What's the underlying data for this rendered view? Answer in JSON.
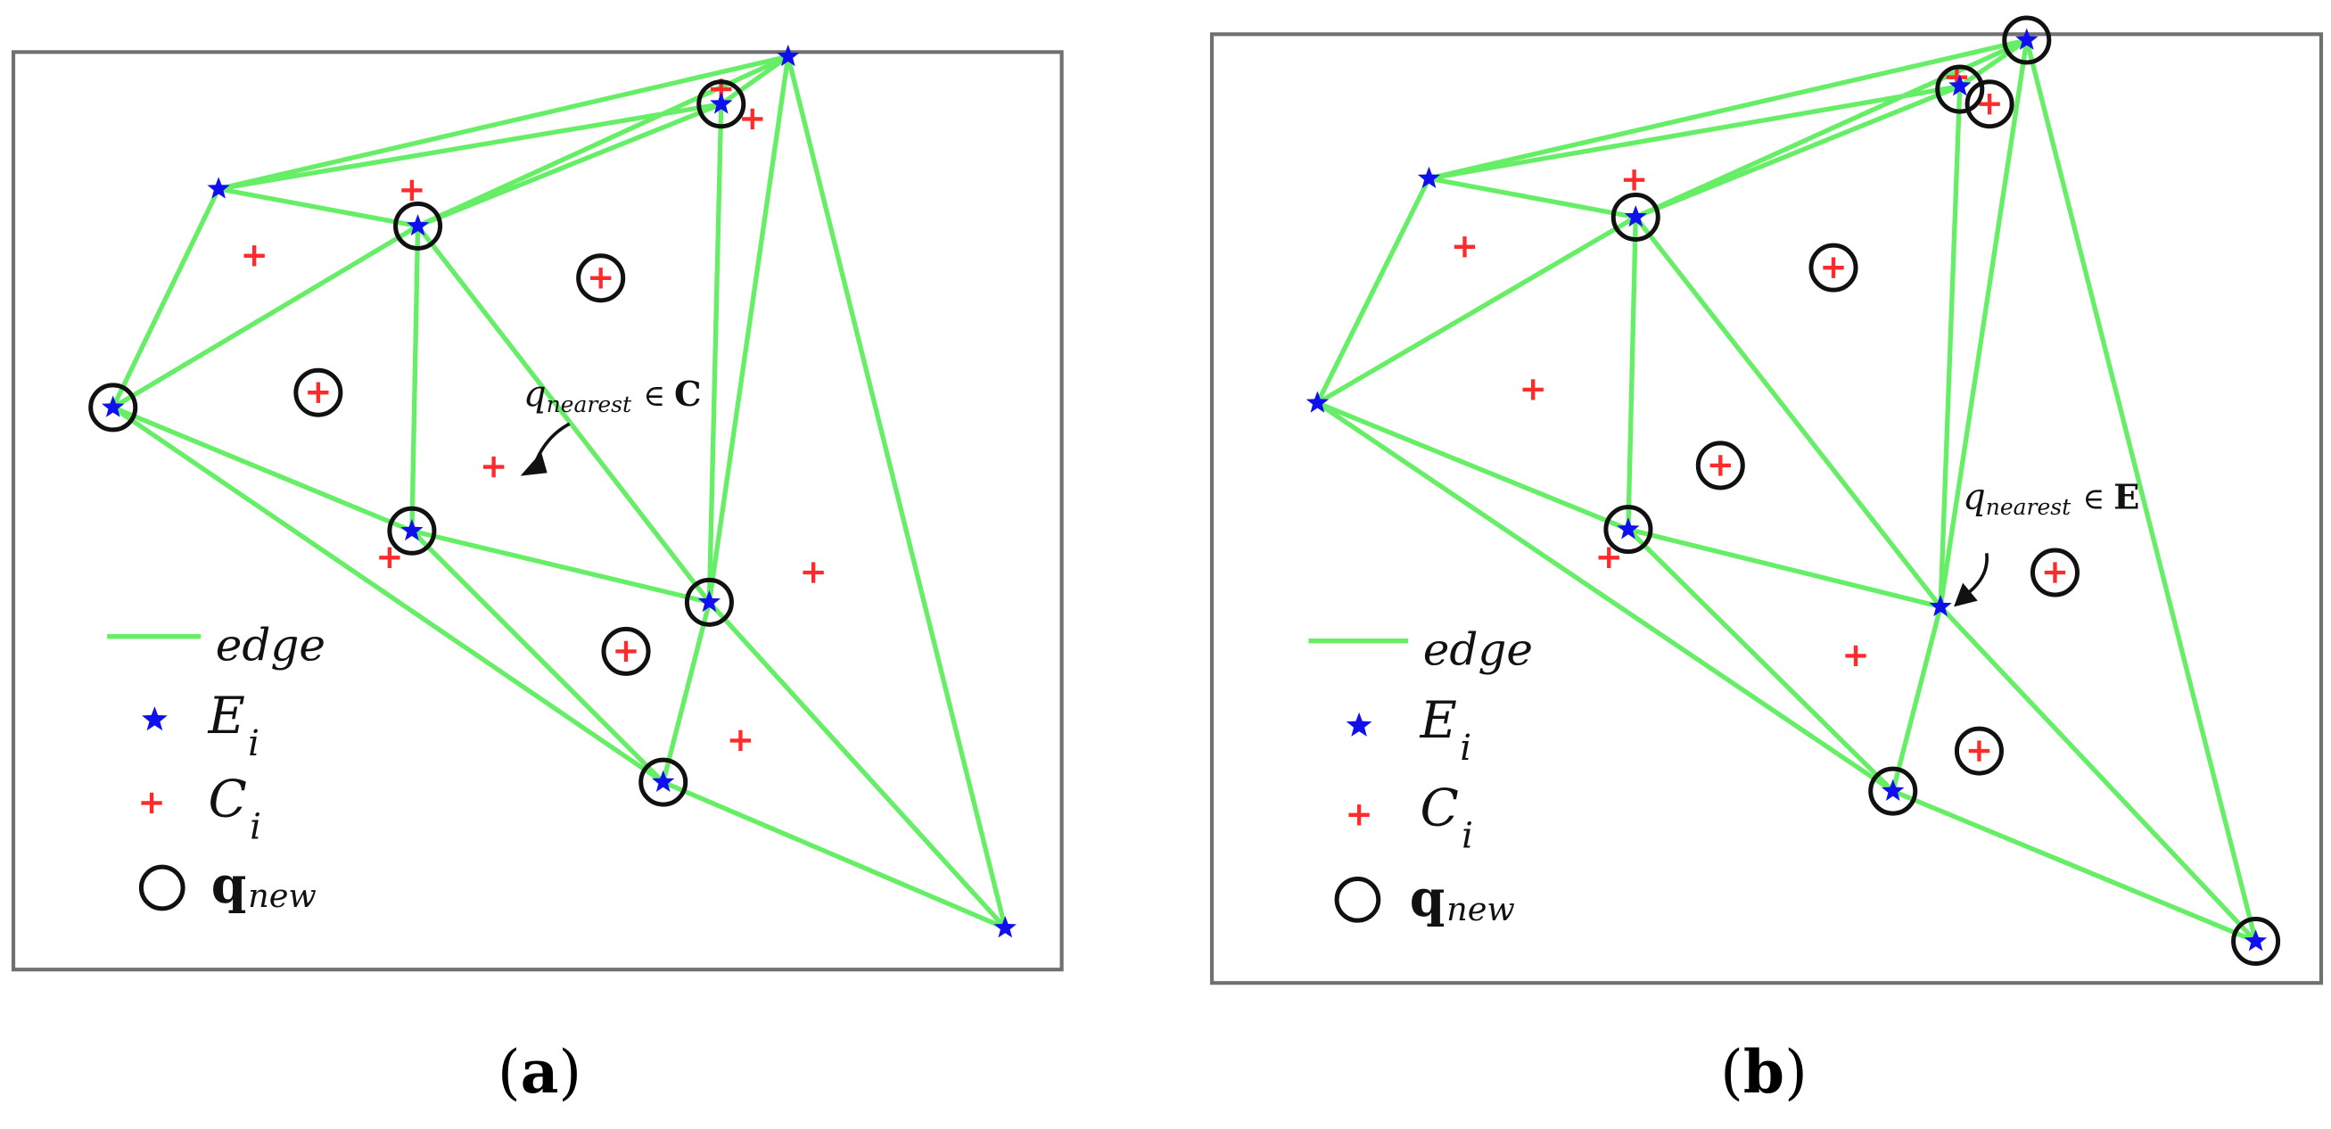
{
  "panels": [
    {
      "caption": {
        "open": "(",
        "letter": "a",
        "close": ")"
      },
      "annotation": {
        "symbol": "q",
        "subscript": "nearest",
        "relation": "∈",
        "set": "C"
      },
      "legend": [
        {
          "key": "edge",
          "text": "edge",
          "sub": ""
        },
        {
          "key": "star",
          "text": "E",
          "sub": "i"
        },
        {
          "key": "cross",
          "text": "C",
          "sub": "i"
        },
        {
          "key": "ring",
          "text": "q",
          "sub": "new"
        }
      ]
    },
    {
      "caption": {
        "open": "(",
        "letter": "b",
        "close": ")"
      },
      "annotation": {
        "symbol": "q",
        "subscript": "nearest",
        "relation": "∈",
        "set": "E"
      },
      "legend": [
        {
          "key": "edge",
          "text": "edge",
          "sub": ""
        },
        {
          "key": "star",
          "text": "E",
          "sub": "i"
        },
        {
          "key": "cross",
          "text": "C",
          "sub": "i"
        },
        {
          "key": "ring",
          "text": "q",
          "sub": "new"
        }
      ]
    }
  ],
  "colors": {
    "edge": "#66ee66",
    "star": "#1010ee",
    "cross": "#ff2a2a",
    "ring": "#111111"
  }
}
